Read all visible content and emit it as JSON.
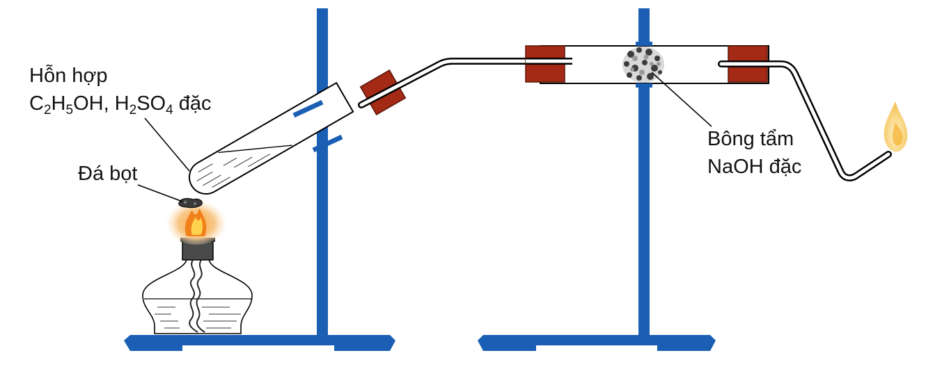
{
  "labels": {
    "mixture_line1": "Hỗn hợp",
    "mixture_formula": {
      "c": "C",
      "c_sub": "2",
      "h": "H",
      "h_sub": "5",
      "oh_comma": "OH, H",
      "h2_sub": "2",
      "so": "SO",
      "so_sub": "4",
      "tail": " đặc"
    },
    "boiling_chips": "Đá bọt",
    "cotton_line1": "Bông tẩm",
    "cotton_line2": "NaOH đặc"
  },
  "colors": {
    "stand": "#1a5fb4",
    "stopper": "#a52a16",
    "flame_outer": "#f6c77a",
    "flame_inner": "#f08a1c",
    "line": "#000000"
  },
  "icons": [
    "alcohol-lamp-icon",
    "flame-icon",
    "retort-stand-icon",
    "cotton-plug-icon"
  ]
}
